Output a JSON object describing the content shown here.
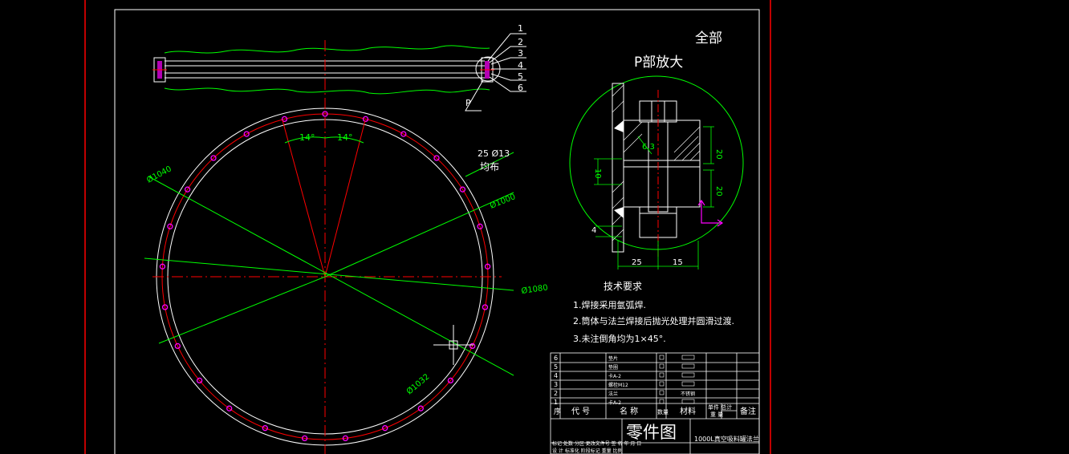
{
  "drawing": {
    "label_all": "全部",
    "label_detail": "P部放大",
    "leader_labels": [
      "1",
      "2",
      "3",
      "4",
      "5",
      "6"
    ],
    "leader_p": "P",
    "angle_1": "14°",
    "angle_2": "14°",
    "holes_note_1": "25 Ø13",
    "holes_note_2": "均布",
    "dia_1040": "Ø1040",
    "dia_1000": "Ø1000",
    "dia_1080": "Ø1080",
    "pcd_dim": "Ø1032",
    "detail_dims": {
      "d63": "6.3",
      "d20a": "20",
      "d20b": "20",
      "d10": "10",
      "d4": "4",
      "d25": "25",
      "d15": "15"
    },
    "colors": {
      "background": "#000000",
      "frame": "#ffffff",
      "frame_red": "#ff0000",
      "outline": "#ffffff",
      "dimension": "#00ff00",
      "centerline": "#ff0000",
      "bolt_hole": "#ff00ff"
    }
  },
  "tech_requirements": {
    "title": "技术要求",
    "items": [
      "1.焊接采用氩弧焊.",
      "2.筒体与法兰焊接后抛光处理并圆滑过渡.",
      "3.未注倒角均为1×45°."
    ]
  },
  "title_block": {
    "header": [
      "序",
      "代  号",
      "名  称",
      "数量",
      "材料",
      "单件 总计",
      "备注"
    ],
    "header_sub": "重  量",
    "rows": [
      {
        "no": "6",
        "name": "垫片"
      },
      {
        "no": "5",
        "name": "垫圈"
      },
      {
        "no": "4",
        "name": "卡A-2"
      },
      {
        "no": "3",
        "name": "螺栓M12"
      },
      {
        "no": "2",
        "name": "法兰",
        "material": "不锈钢"
      },
      {
        "no": "1",
        "name": "卡A-2"
      }
    ],
    "part_drawing": "零件图",
    "part_name": "1000L真空吸料罐法兰",
    "footer_left": "标记 处数 分区 更改文件号 签 名 年 月 日",
    "footer_row2": "设 计      标准化      阶段标记   重量   比例"
  }
}
